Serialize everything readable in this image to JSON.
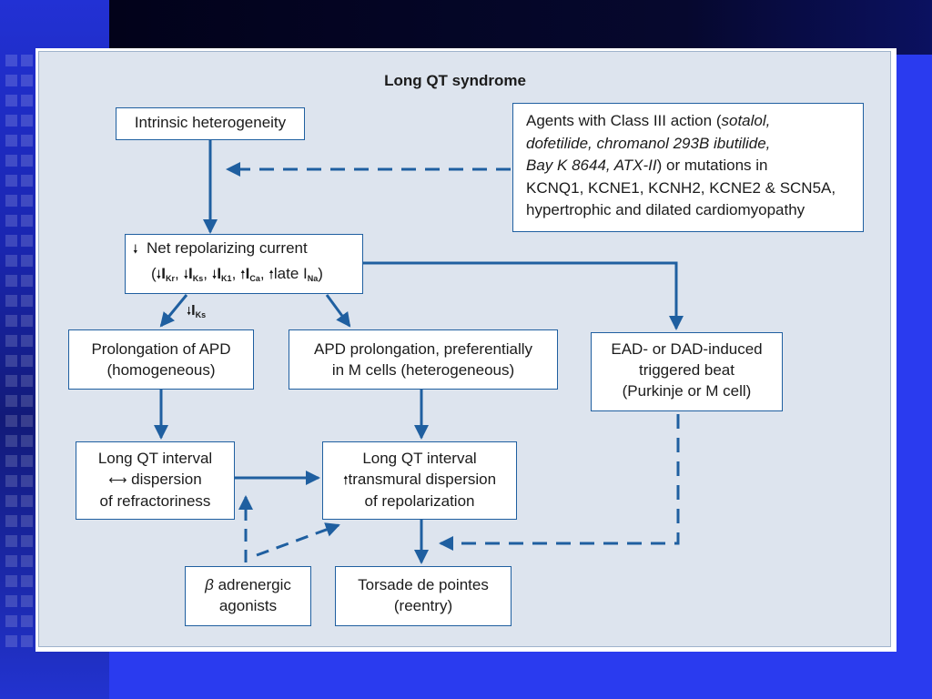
{
  "title": "Long QT syndrome",
  "nodes": {
    "intrinsic": "Intrinsic heterogeneity",
    "agents": {
      "line1_prefix": "Agents with Class III action (",
      "line1_italic": "sotalol,",
      "line2_italic": "dofetilide, chromanol 293B ibutilide,",
      "line3_italic": "Bay K 8644, ATX-II",
      "line3_suffix": ") or mutations in",
      "line4": "KCNQ1, KCNE1, KCNH2, KCNE2 & SCN5A,",
      "line5": "hypertrophic and dilated cardiomyopathy"
    },
    "net": {
      "line1": "Net repolarizing current",
      "currents": [
        {
          "dir": "down",
          "name": "I",
          "sub": "Kr"
        },
        {
          "dir": "down",
          "name": "I",
          "sub": "Ks"
        },
        {
          "dir": "down",
          "name": "I",
          "sub": "K1"
        },
        {
          "dir": "up",
          "name": "I",
          "sub": "Ca"
        },
        {
          "dir": "up",
          "name": "late I",
          "sub": "Na"
        }
      ]
    },
    "iks_label": {
      "name": "I",
      "sub": "Ks"
    },
    "prolong_homo": {
      "line1": "Prolongation of APD",
      "line2": "(homogeneous)"
    },
    "prolong_hetero": {
      "line1": "APD prolongation, preferentially",
      "line2": "in M cells (heterogeneous)"
    },
    "ead": {
      "line1": "EAD- or DAD-induced",
      "line2": "triggered beat",
      "line3": "(Purkinje or M cell)"
    },
    "lqt_left": {
      "line1": "Long QT interval",
      "line2": "dispersion",
      "line3": "of refractoriness"
    },
    "lqt_right": {
      "line1": "Long QT interval",
      "line2": "transmural dispersion",
      "line3": "of repolarization"
    },
    "beta": {
      "symbol": "β",
      "line1": "adrenergic",
      "line2": "agonists"
    },
    "torsade": {
      "line1": "Torsade de pointes",
      "line2": "(reentry)"
    }
  },
  "colors": {
    "arrow": "#1f5fa0",
    "border": "#1f5fa0",
    "background": "#2a3bef"
  }
}
